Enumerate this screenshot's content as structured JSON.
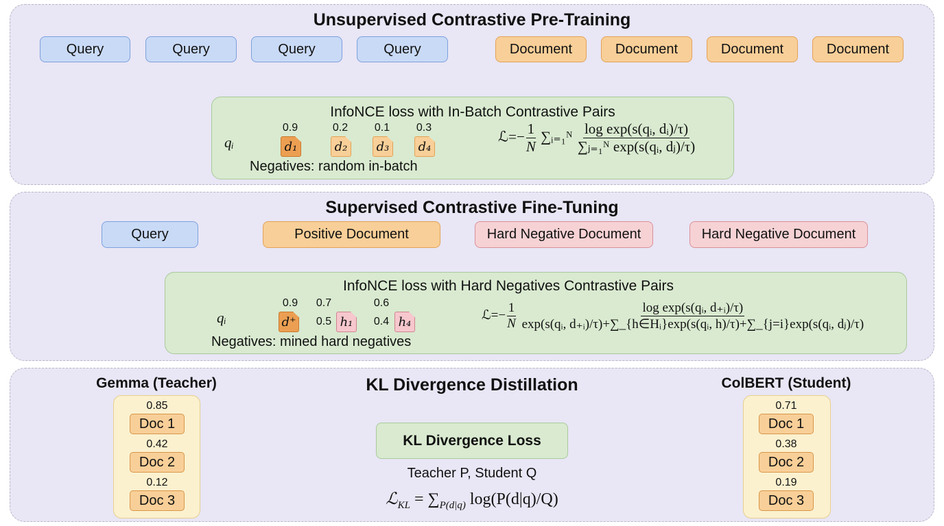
{
  "pretrain": {
    "title": "Unsupervised Contrastive Pre-Training",
    "queries": [
      "Query",
      "Query",
      "Query",
      "Query"
    ],
    "documents": [
      "Document",
      "Document",
      "Document",
      "Document"
    ],
    "loss_title": "InfoNCE loss with In-Batch Contrastive Pairs",
    "qi": "qᵢ",
    "scores": [
      "0.9",
      "0.2",
      "0.1",
      "0.3"
    ],
    "docs": [
      "d₁",
      "d₂",
      "d₃",
      "d₄"
    ],
    "negatives": "Negatives: random in-batch",
    "formula": {
      "lhs": "ℒ=−",
      "coef_num": "1",
      "coef_den": "N",
      "sum": "∑ᵢ₌₁ᴺ",
      "num": "log exp(s(qᵢ, dᵢ)/τ)",
      "den": "∑ⱼ₌₁ᴺ exp(s(qᵢ, dⱼ)/τ)"
    }
  },
  "finetune": {
    "title": "Supervised Contrastive Fine-Tuning",
    "query": "Query",
    "positive": "Positive Document",
    "hard_negatives": [
      "Hard Negative Document",
      "Hard Negative Document"
    ],
    "loss_title": "InfoNCE loss with Hard Negatives Contrastive Pairs",
    "qi": "qᵢ",
    "pos_doc": "d⁺",
    "pos_score": "0.9",
    "h1_label": "h₁",
    "h1_top": "0.7",
    "h1_side": "0.5",
    "h4_label": "h₄",
    "h4_top": "0.6",
    "h4_side": "0.4",
    "negatives": "Negatives: mined hard negatives",
    "formula": {
      "lhs": "ℒ=−",
      "coef_num": "1",
      "coef_den": "N",
      "num": "log exp(s(qᵢ, d₊ᵢ)/τ)",
      "den": "exp(s(qᵢ, d₊ᵢ)/τ)+∑_{h∈Hᵢ}exp(s(qᵢ, h)/τ)+∑_{j=i}exp(s(qᵢ, dⱼ)/τ)"
    }
  },
  "distill": {
    "title": "KL Divergence Distillation",
    "teacher_label": "Gemma (Teacher)",
    "student_label": "ColBERT (Student)",
    "teacher_docs": [
      {
        "label": "Doc 1",
        "score": "0.85"
      },
      {
        "label": "Doc 2",
        "score": "0.42"
      },
      {
        "label": "Doc 3",
        "score": "0.12"
      }
    ],
    "student_docs": [
      {
        "label": "Doc 1",
        "score": "0.71"
      },
      {
        "label": "Doc 2",
        "score": "0.38"
      },
      {
        "label": "Doc 3",
        "score": "0.19"
      }
    ],
    "loss_box": "KL Divergence Loss",
    "caption": "Teacher P, Student Q",
    "formula": "𝓛_KL = ∑_{P(d|q)} log(P(d|q)/Q)",
    "formula_lhs": "ℒ",
    "formula_lhs_sub": "KL",
    "formula_eq": " = ∑",
    "formula_sub": "P(d|q)",
    "formula_rhs": " log(P(d|q)/Q)"
  }
}
